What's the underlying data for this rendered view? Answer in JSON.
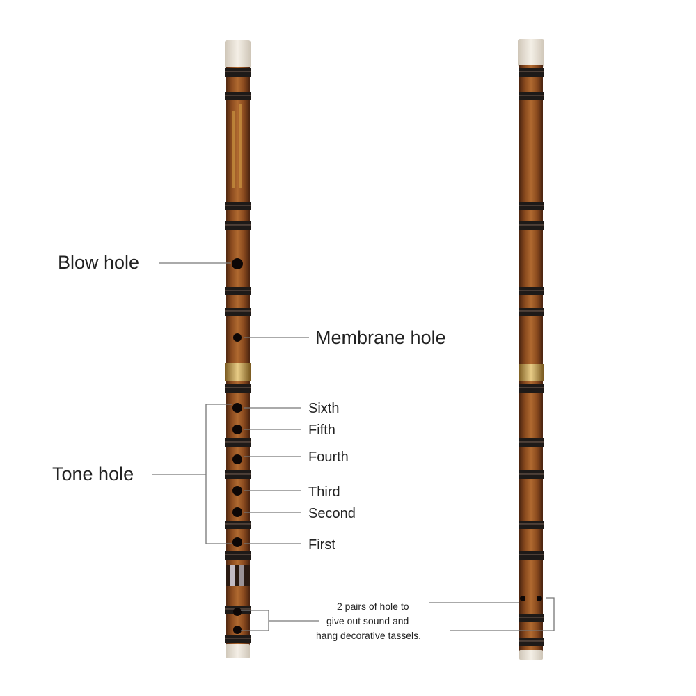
{
  "colors": {
    "bamboo": "#8a4a1e",
    "bamboo_dark": "#4a2410",
    "binding": "#1e1a18",
    "cap": "#eae3d6",
    "brass": "#c8a25a",
    "leader": "#777777",
    "text": "#222222",
    "engraving": "#d8a548"
  },
  "labels": {
    "blow_hole": "Blow hole",
    "membrane_hole": "Membrane hole",
    "tone_hole": "Tone hole",
    "tone_holes": [
      "Sixth",
      "Fifth",
      "Fourth",
      "Third",
      "Second",
      "First"
    ],
    "tassel_note": [
      "2 pairs of hole to",
      "give out sound and",
      "hang decorative tassels."
    ]
  },
  "decorations": {
    "front_flute_engraving": "calligraphy-inscription"
  }
}
